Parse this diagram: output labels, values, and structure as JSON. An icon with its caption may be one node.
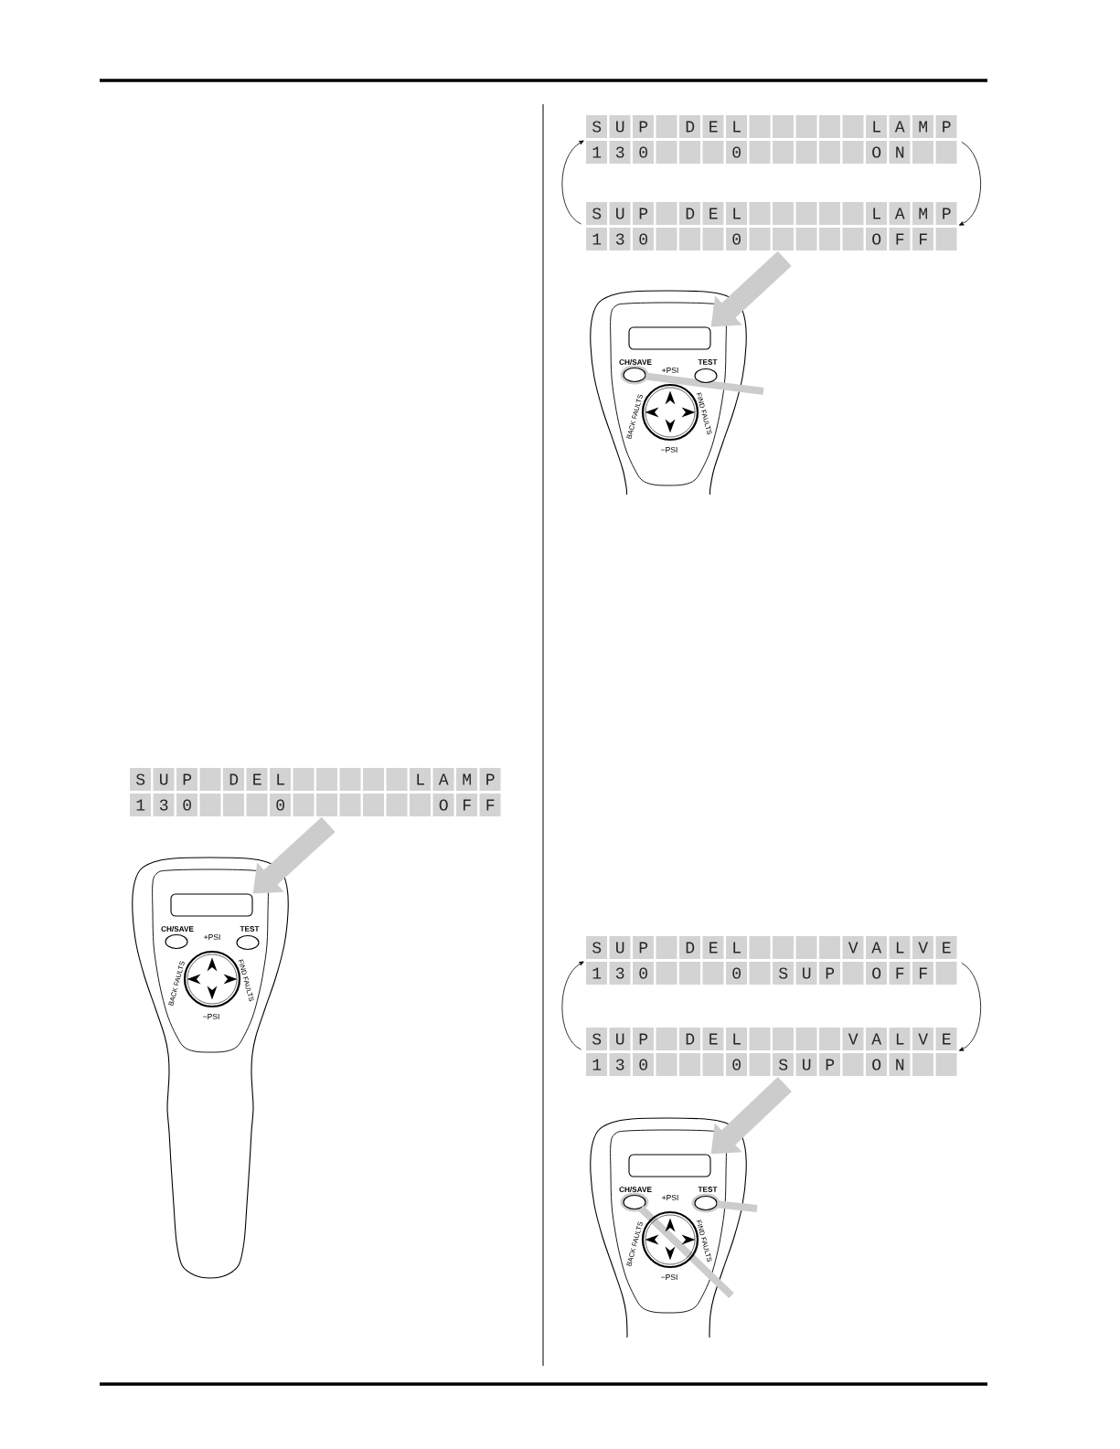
{
  "diagram": {
    "nodes": [
      {
        "text": [
          "S U P",
          "D E L",
          "L A M P",
          "1 3 0",
          "0",
          "O F F"
        ]
      },
      {
        "text": [
          "CH/SAVE",
          "TEST",
          "+PSI",
          "BACK FAULTS",
          "FIND FAULTS",
          "−PSI"
        ]
      },
      {
        "text": [],
        "shape": "box",
        "in": 1
      },
      {
        "text": [
          "S U P",
          "D E L",
          "L A M P",
          "1 3 0",
          "0",
          "O N"
        ]
      },
      {
        "text": [
          "S U P",
          "D E L",
          "L A M P",
          "1 3 0",
          "0",
          "O F F"
        ]
      },
      {
        "text": [
          "CH/SAVE",
          "TEST",
          "+PSI",
          "BACK FAULTS",
          "FIND FAULTS",
          "−PSI"
        ]
      },
      {
        "text": [],
        "shape": "box",
        "in": 5
      },
      {
        "text": [],
        "shape": "ellipse",
        "in": 5
      },
      {
        "text": [
          "S U P",
          "D E L",
          "V A L V E",
          "1 3 0",
          "0",
          "S U P",
          "O F F"
        ]
      },
      {
        "text": [
          "S U P",
          "D E L",
          "V A L V E",
          "1 3 0",
          "0",
          "S U P",
          "O N"
        ]
      },
      {
        "text": [
          "CH/SAVE",
          "TEST",
          "+PSI",
          "BACK FAULTS",
          "FIND FAULTS",
          "−PSI"
        ]
      },
      {
        "text": [],
        "shape": "box",
        "in": 10
      },
      {
        "text": [],
        "shape": "ellipse",
        "in": 10
      },
      {
        "text": [],
        "shape": "ellipse",
        "in": 10
      }
    ],
    "edges": [
      {
        "from": 0,
        "to": 2,
        "arrow": "to",
        "style": "thick",
        "color": "#cccccc"
      },
      {
        "from": 3,
        "to": 4,
        "arrow": "to",
        "color": "#000000"
      },
      {
        "from": 4,
        "to": 3,
        "arrow": "to",
        "color": "#000000"
      },
      {
        "from": 4,
        "to": 6,
        "arrow": "to",
        "style": "thick",
        "color": "#cccccc"
      },
      {
        "from": 7,
        "to": null,
        "arrow": "other",
        "color": "#cccccc"
      },
      {
        "from": 8,
        "to": 9,
        "arrow": "to",
        "color": "#000000"
      },
      {
        "from": 9,
        "to": 8,
        "arrow": "to",
        "color": "#000000"
      },
      {
        "from": 9,
        "to": 11,
        "arrow": "to",
        "style": "thick",
        "color": "#cccccc"
      },
      {
        "from": 12,
        "to": null,
        "arrow": "other",
        "color": "#cccccc"
      },
      {
        "from": 13,
        "to": null,
        "arrow": "other",
        "color": "#cccccc"
      }
    ]
  }
}
